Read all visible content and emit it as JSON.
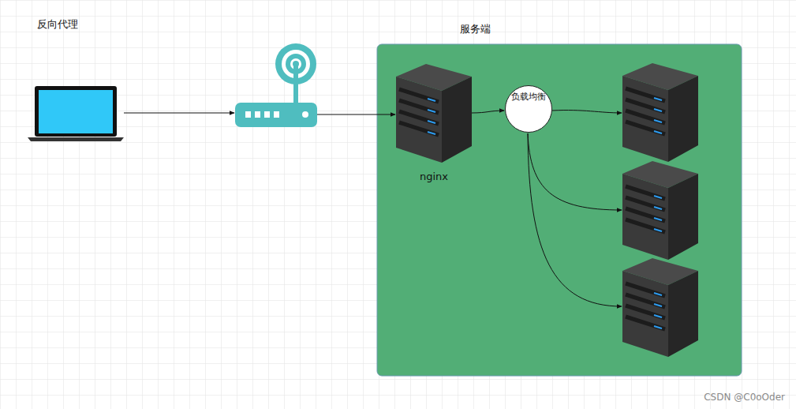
{
  "diagram": {
    "title": "反向代理",
    "nodes": [
      {
        "text": [
          "服务端"
        ]
      },
      {
        "text": [
          "nginx"
        ],
        "in": 0
      },
      {
        "text": [
          "负载均衡"
        ],
        "in": 0
      }
    ],
    "edges": [
      {
        "from": 1,
        "to": 2,
        "arrow": "to"
      }
    ],
    "labels": [
      "CSDN @C0oOder"
    ]
  }
}
